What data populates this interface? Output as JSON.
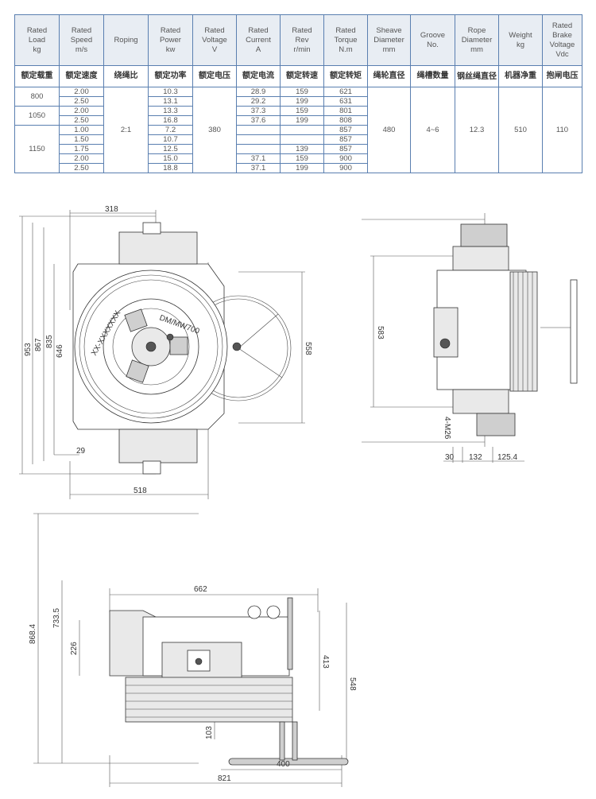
{
  "table": {
    "headers_en": [
      "Rated\nLoad\nkg",
      "Rated\nSpeed\nm/s",
      "Roping",
      "Rated\nPower\nkw",
      "Rated\nVoltage\nV",
      "Rated\nCurrent\nA",
      "Rated\nRev\nr/min",
      "Rated\nTorque\nN.m",
      "Sheave\nDiameter\nmm",
      "Groove\nNo.",
      "Rope\nDiameter\nmm",
      "Weight\nkg",
      "Rated\nBrake\nVoltage\nVdc"
    ],
    "headers_cn": [
      "额定载重",
      "额定速度",
      "绕绳比",
      "额定功率",
      "额定电压",
      "额定电流",
      "额定转速",
      "额定转矩",
      "绳轮直径",
      "绳槽数量",
      "钢丝绳直径",
      "机器净重",
      "抱闸电压"
    ],
    "loads": [
      "800",
      "1050",
      "1150"
    ],
    "speeds": [
      "2.00",
      "2.50",
      "2.00",
      "2.50",
      "1.00",
      "1.50",
      "1.75",
      "2.00",
      "2.50"
    ],
    "powers": [
      "10.3",
      "13.1",
      "13.3",
      "16.8",
      "7.2",
      "10.7",
      "12.5",
      "15.0",
      "18.8"
    ],
    "currents": [
      "28.9",
      "29.2",
      "37.3",
      "37.6",
      "",
      "",
      "",
      "37.1",
      "37.1"
    ],
    "revs": [
      "159",
      "199",
      "159",
      "199",
      "",
      "",
      "139",
      "159",
      "199"
    ],
    "torques": [
      "621",
      "631",
      "801",
      "808",
      "857",
      "857",
      "857",
      "900",
      "900"
    ],
    "roping": "2:1",
    "voltage": "380",
    "sheave": "480",
    "groove": "4~6",
    "rope": "12.3",
    "weight": "510",
    "brake_voltage": "110"
  },
  "front_view": {
    "dims": [
      "318",
      "953",
      "867",
      "835",
      "646",
      "558",
      "29",
      "518"
    ],
    "label_rotor": "DM/MW700",
    "label_serial": "XX-XXXXXXX"
  },
  "side_view": {
    "dims": [
      "583",
      "4-M26",
      "30",
      "132",
      "125.4"
    ]
  },
  "bottom_view": {
    "dims": [
      "662",
      "733.5",
      "868.4",
      "226",
      "413",
      "548",
      "103",
      "400",
      "821"
    ]
  }
}
